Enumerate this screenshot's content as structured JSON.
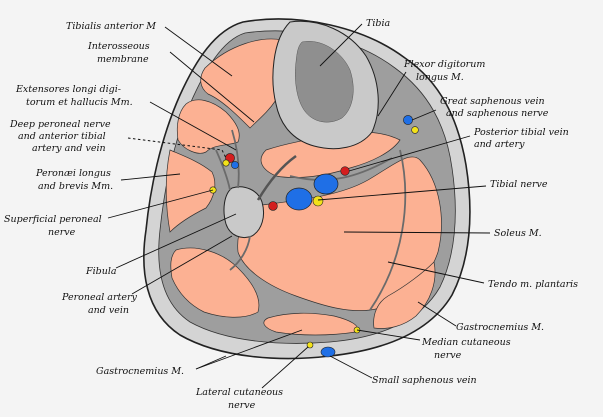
{
  "labels": {
    "tibialis_anterior": "Tibialis anterior M",
    "tibia": "Tibia",
    "interosseous_1": "Interosseous",
    "interosseous_2": "membrane",
    "flexor_1": "Flexor digitorum",
    "flexor_2": "longus M.",
    "extensores_1": "Extensores longi digi-",
    "extensores_2": "torum et hallucis Mm.",
    "great_saphenous_1": "Great saphenous vein",
    "great_saphenous_2": "and saphenous nerve",
    "deep_peroneal_1": "Deep peroneal nerve",
    "deep_peroneal_2": "and anterior tibial",
    "deep_peroneal_3": "artery and vein",
    "posterior_tibial_1": "Posterior tibial vein",
    "posterior_tibial_2": "and artery",
    "peronaei_1": "Peronæi longus",
    "peronaei_2": "and brevis Mm.",
    "tibial_nerve": "Tibial nerve",
    "superficial_peroneal_1": "Superficial peroneal",
    "superficial_peroneal_2": "nerve",
    "soleus": "Soleus M.",
    "fibula": "Fibula",
    "tendo": "Tendo m. plantaris",
    "peroneal_artery_1": "Peroneal artery",
    "peroneal_artery_2": "and vein",
    "gastrocnemius_right": "Gastrocnemius M.",
    "median_cutaneous_1": "Median cutaneous",
    "median_cutaneous_2": "nerve",
    "gastrocnemius_left": "Gastrocnemius M.",
    "small_saphenous": "Small saphenous vein",
    "lateral_cutaneous_1": "Lateral cutaneous",
    "lateral_cutaneous_2": "nerve"
  },
  "colors": {
    "background": "#f4f4f4",
    "skin_ring": "#d4d4d4",
    "fascia": "#9e9e9e",
    "muscle": "#fcb193",
    "bone_cortex": "#c9c9c9",
    "bone_marrow": "#8f8f8f",
    "vein": "#1f6fe6",
    "artery": "#d41e1e",
    "nerve": "#f3e21a",
    "outline": "#222222"
  }
}
